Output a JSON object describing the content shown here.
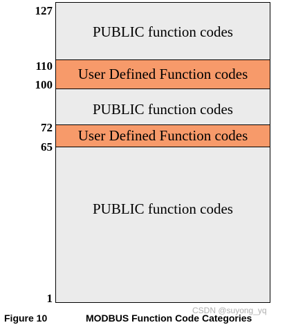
{
  "ticks": [
    "127",
    "110",
    "100",
    "72",
    "65",
    "1"
  ],
  "regions": [
    {
      "label": "PUBLIC function codes",
      "type": "public"
    },
    {
      "label": "User Defined Function codes",
      "type": "user"
    },
    {
      "label": "PUBLIC function codes",
      "type": "public"
    },
    {
      "label": "User Defined Function codes",
      "type": "user"
    },
    {
      "label": "PUBLIC function codes",
      "type": "public"
    }
  ],
  "caption": {
    "figure": "Figure 10",
    "title": "MODBUS Function Code Categories"
  },
  "watermark": "CSDN @suyong_yq",
  "colors": {
    "public_fill": "#ebebeb",
    "user_fill": "#f79a6a"
  }
}
